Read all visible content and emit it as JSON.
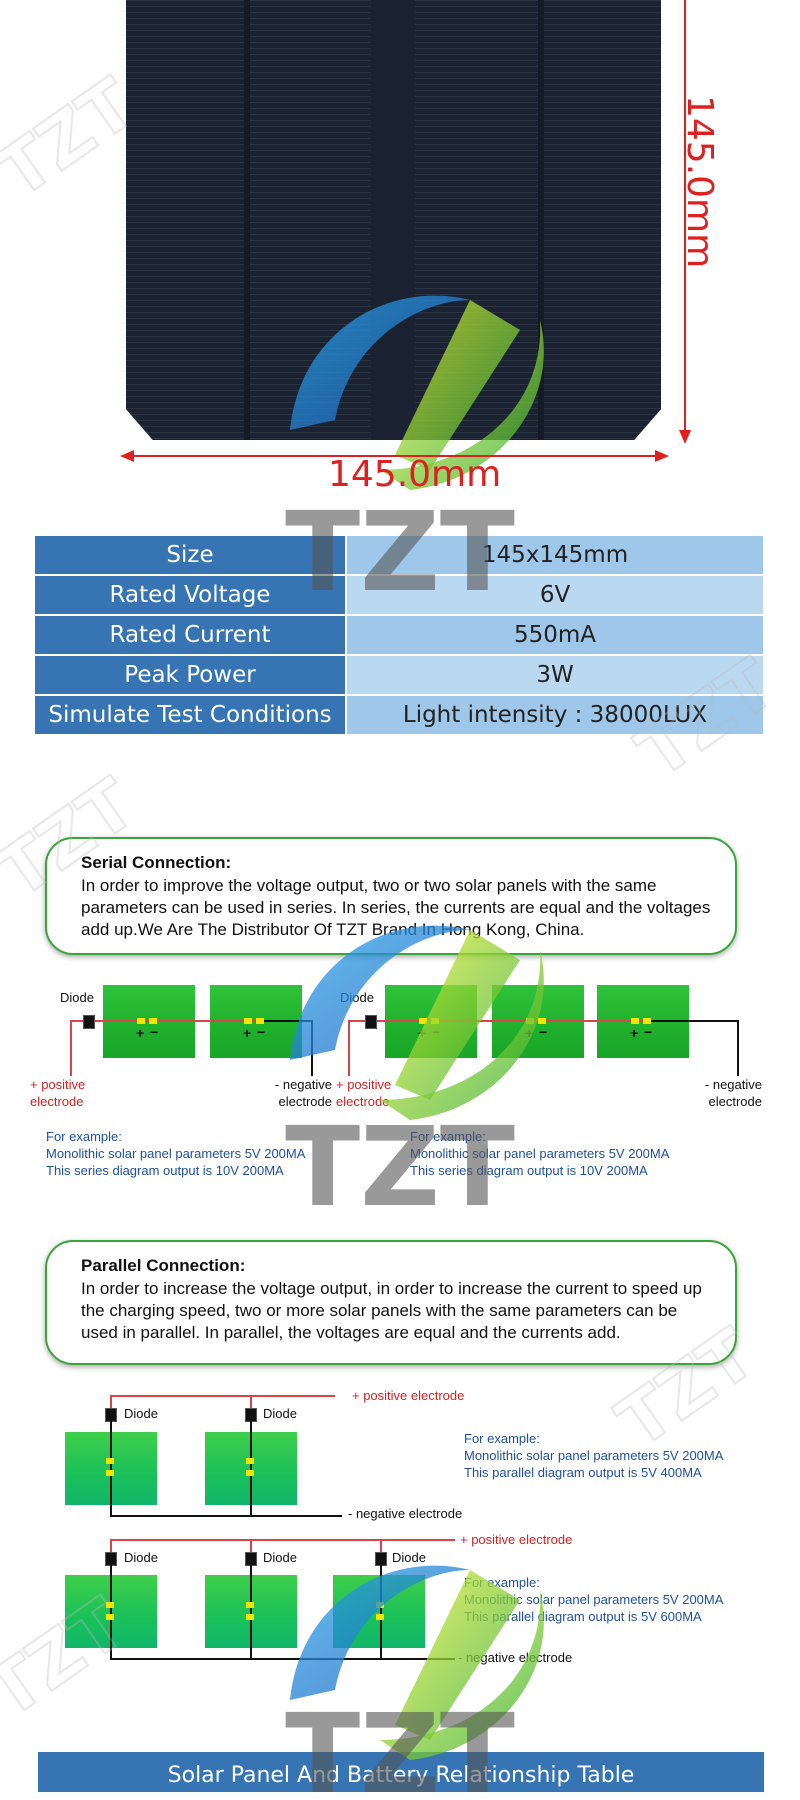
{
  "dimensions": {
    "height_label": "145.0mm",
    "width_label": "145.0mm"
  },
  "specs": [
    {
      "key": "Size",
      "value": "145x145mm"
    },
    {
      "key": "Rated Voltage",
      "value": "6V"
    },
    {
      "key": "Rated Current",
      "value": "550mA"
    },
    {
      "key": "Peak Power",
      "value": "3W"
    },
    {
      "key": "Simulate Test Conditions",
      "value": "Light intensity : 38000LUX"
    }
  ],
  "serial": {
    "title": "Serial Connection:",
    "body": "In order to improve the voltage output, two or two solar panels with the same parameters can be used in series. In series, the currents are equal and the voltages add up.We Are The Distributor Of TZT Brand In Hong Kong, China.",
    "diode_label": "Diode",
    "positive_label": "+ positive electrode",
    "negative_label": "- negative electrode",
    "plus": "+",
    "minus": "−",
    "example_left": [
      "For example:",
      "Monolithic solar panel parameters 5V 200MA",
      "This series diagram output is 10V 200MA"
    ],
    "example_right": [
      "For example:",
      "Monolithic solar panel parameters 5V 200MA",
      "This series diagram output is 10V 200MA"
    ]
  },
  "parallel": {
    "title": "Parallel Connection:",
    "body": "In order to increase the voltage output, in order to increase the current to speed up the charging speed, two or more solar panels with the same parameters can be used in parallel. In parallel, the voltages are equal and the currents add.",
    "diode_label": "Diode",
    "positive_label": "+ positive electrode",
    "negative_label": "- negative electrode",
    "example_top": [
      "For example:",
      "Monolithic solar panel parameters 5V 200MA",
      "This parallel diagram output is 5V 400MA"
    ],
    "example_bottom": [
      "For example:",
      "Monolithic solar panel parameters 5V 200MA",
      "This parallel diagram output is 5V 600MA"
    ]
  },
  "banner": {
    "title": "Solar Panel And Battery Relationship Table"
  },
  "watermark": {
    "brand": "TZT"
  },
  "colors": {
    "table_key": "#3674b4",
    "table_value": "#9ec7ea",
    "accent_red": "#e02020",
    "box_border": "#3aa53a",
    "example_blue": "#1f4f9e"
  }
}
